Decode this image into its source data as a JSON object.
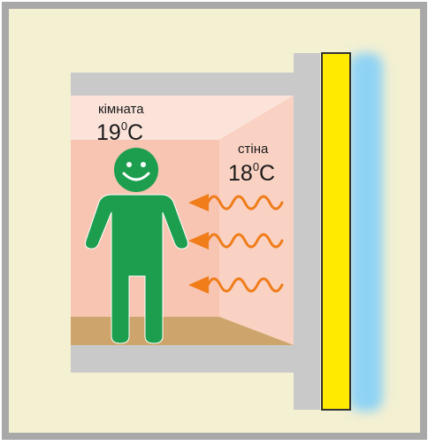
{
  "room": {
    "label": "кімната",
    "temp_value": "19",
    "temp_degree": "0",
    "temp_unit": "C"
  },
  "wall": {
    "label": "стіна",
    "temp_value": "18",
    "temp_degree": "0",
    "temp_unit": "C"
  },
  "colors": {
    "background": "#f4f0d2",
    "border": "#a8a8a8",
    "wall_gray": "#c9c9c9",
    "room_pink": "#f8c5b3",
    "floor": "#cda56c",
    "person": "#1d9e4f",
    "arrow": "#f07c1a",
    "panel": "#ffea00",
    "glow": "#8fd3f4"
  },
  "icons": {
    "person": "person-icon",
    "heat_arrow": "heat-wave-arrow-icon",
    "heating_panel": "heating-panel-icon"
  }
}
